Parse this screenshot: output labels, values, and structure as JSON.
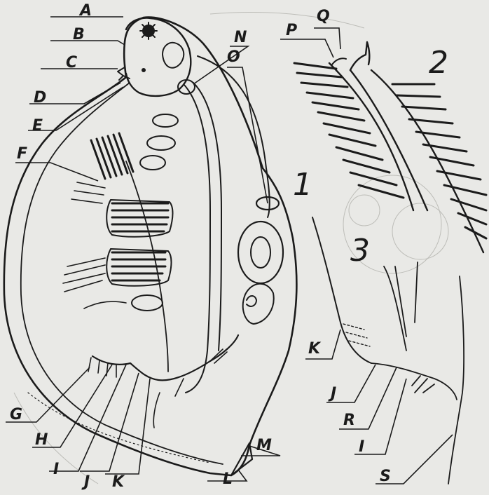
{
  "labels": {
    "A": "A",
    "B": "B",
    "C": "C",
    "D": "D",
    "E": "E",
    "F": "F",
    "G": "G",
    "H": "H",
    "I": "I",
    "J": "J",
    "K": "K",
    "L": "L",
    "M": "M",
    "N": "N",
    "O": "O",
    "P": "P",
    "Q": "Q",
    "K3": "K",
    "J3": "J",
    "R": "R",
    "I3": "I",
    "S": "S"
  },
  "figure_numbers": {
    "fig1": "1",
    "fig2": "2",
    "fig3": "3"
  },
  "colors": {
    "ink": "#1b1b1b",
    "paper": "#e9e9e6"
  }
}
